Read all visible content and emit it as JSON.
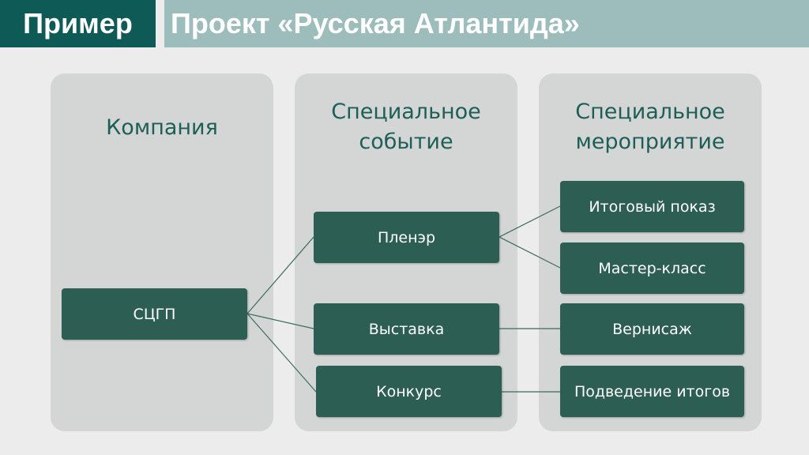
{
  "header": {
    "tag": "Пример",
    "title": "Проект «Русская Атлантида»"
  },
  "columns": [
    {
      "title": "Компания"
    },
    {
      "title_line1": "Специальное",
      "title_line2": "событие"
    },
    {
      "title_line1": "Специальное",
      "title_line2": "мероприятие"
    }
  ],
  "nodes": {
    "company": "СЦГП",
    "event_plein_air": "Пленэр",
    "event_exhibition": "Выставка",
    "event_contest": "Конкурс",
    "activity_final_show": "Итоговый показ",
    "activity_master_class": "Мастер-класс",
    "activity_vernissage": "Вернисаж",
    "activity_results": "Подведение итогов"
  }
}
